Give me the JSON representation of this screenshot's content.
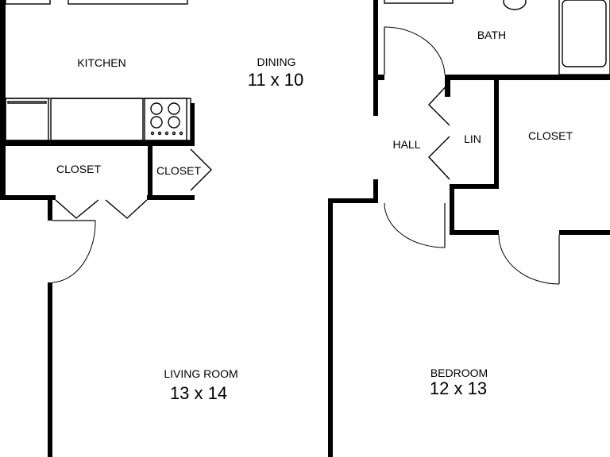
{
  "rooms": {
    "kitchen": {
      "name": "KITCHEN"
    },
    "dining": {
      "name": "DINING",
      "size": "11 x 10"
    },
    "bath": {
      "name": "BATH"
    },
    "hall": {
      "name": "HALL"
    },
    "linen": {
      "name": "LIN"
    },
    "bedroom_closet": {
      "name": "CLOSET"
    },
    "entry_closet": {
      "name": "CLOSET"
    },
    "pantry": {
      "name": "CLOSET"
    },
    "living_room": {
      "name": "LIVING ROOM",
      "size": "13 x 14"
    },
    "bedroom": {
      "name": "BEDROOM",
      "size": "12 x 13"
    }
  }
}
